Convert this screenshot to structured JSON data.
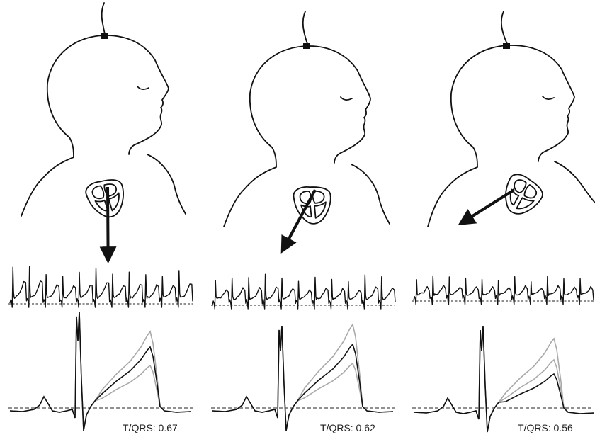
{
  "panels": [
    {
      "id": "left",
      "ratio_label": "T/QRS: 0.67",
      "t_over_qrs": 0.67
    },
    {
      "id": "middle",
      "ratio_label": "T/QRS: 0.62",
      "t_over_qrs": 0.62
    },
    {
      "id": "right",
      "ratio_label": "T/QRS: 0.56",
      "t_over_qrs": 0.56
    }
  ],
  "icons": {
    "electrode": "scalp-electrode-icon",
    "heart": "heart-icon",
    "axis": "electrical-axis-arrow"
  },
  "colors": {
    "ink": "#111111",
    "light_trace": "#a9a9a9",
    "baseline": "#222222"
  }
}
